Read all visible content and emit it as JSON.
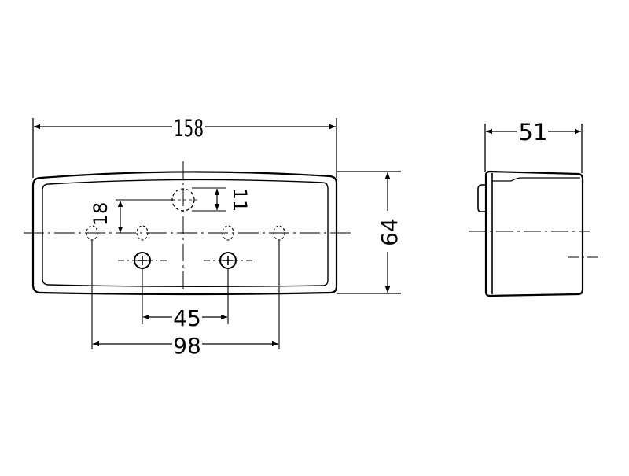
{
  "dimensions": {
    "overall_width": "158",
    "height": "64",
    "depth": "51",
    "hole_spacing_outer": "98",
    "hole_spacing_inner": "45",
    "hole_offset_vertical": "18",
    "lamp_hole_diameter": "11"
  },
  "colors": {
    "line": "#000000",
    "background": "#ffffff"
  }
}
